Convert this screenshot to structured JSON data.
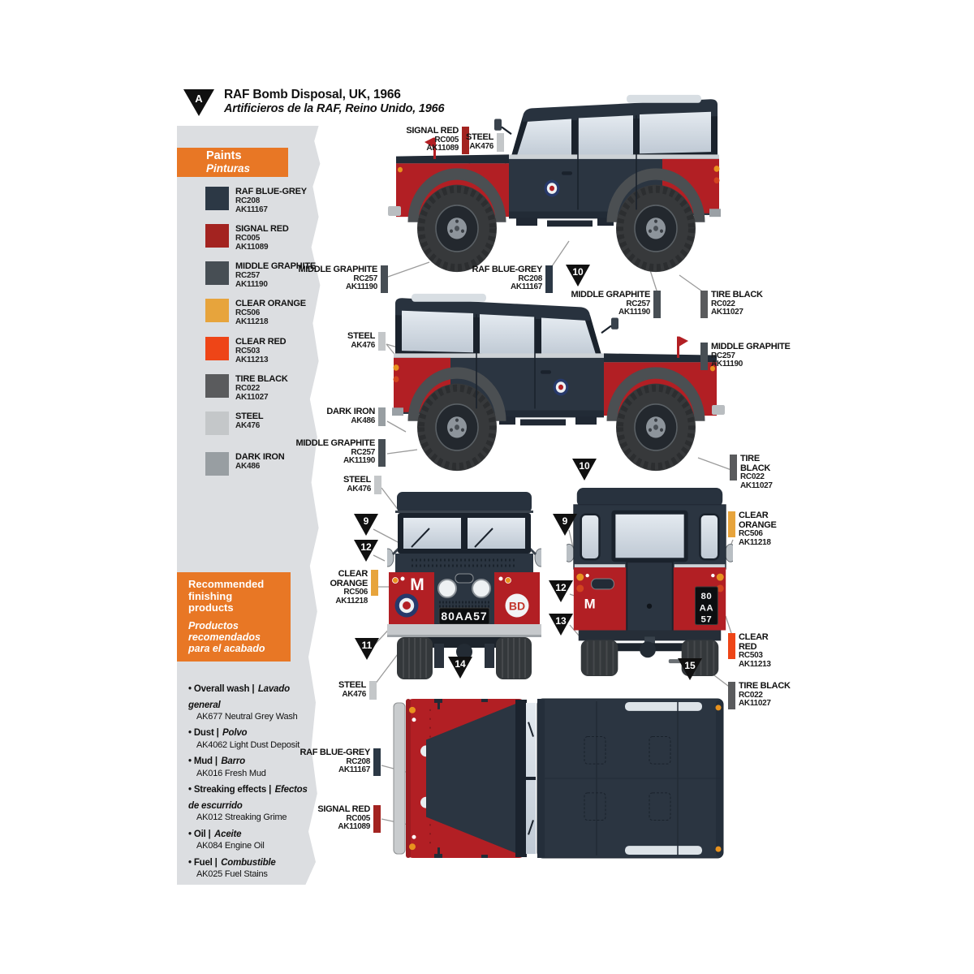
{
  "title": {
    "marker": "A",
    "en": "RAF Bomb Disposal, UK, 1966",
    "es": "Artificieros de la RAF, Reino Unido, 1966"
  },
  "panel": {
    "paints_en": "Paints",
    "paints_es": "Pinturas"
  },
  "paints": {
    "raf_blue_grey": {
      "name": "RAF BLUE-GREY",
      "rc": "RC208",
      "ak": "AK11167",
      "hex": "#2c3845"
    },
    "signal_red": {
      "name": "SIGNAL RED",
      "rc": "RC005",
      "ak": "AK11089",
      "hex": "#a32320"
    },
    "middle_graphite": {
      "name": "MIDDLE GRAPHITE",
      "rc": "RC257",
      "ak": "AK11190",
      "hex": "#474e54"
    },
    "clear_orange": {
      "name": "CLEAR ORANGE",
      "rc": "RC506",
      "ak": "AK11218",
      "hex": "#e7a43c"
    },
    "clear_red": {
      "name": "CLEAR RED",
      "rc": "RC503",
      "ak": "AK11213",
      "hex": "#ee4517"
    },
    "tire_black": {
      "name": "TIRE BLACK",
      "rc": "RC022",
      "ak": "AK11027",
      "hex": "#5a5b5d"
    },
    "steel": {
      "name": "STEEL",
      "rc": "",
      "ak": "AK476",
      "hex": "#c4c7c9"
    },
    "dark_iron": {
      "name": "DARK IRON",
      "rc": "",
      "ak": "AK486",
      "hex": "#989ea2"
    }
  },
  "finishing": {
    "header_en": "Recommended finishing products",
    "header_es": "Productos recomendados para el acabado",
    "items": [
      {
        "label_en": "• Overall wash |",
        "label_es": "Lavado general",
        "product": "AK677 Neutral Grey Wash"
      },
      {
        "label_en": "• Dust |",
        "label_es": "Polvo",
        "product": "AK4062 Light Dust Deposit"
      },
      {
        "label_en": "• Mud |",
        "label_es": "Barro",
        "product": "AK016 Fresh Mud"
      },
      {
        "label_en": "• Streaking effects |",
        "label_es": "Efectos de escurrido",
        "product": "AK012 Streaking Grime"
      },
      {
        "label_en": "• Oil |",
        "label_es": "Aceite",
        "product": "AK084 Engine Oil"
      },
      {
        "label_en": "• Fuel |",
        "label_es": "Combustible",
        "product": "AK025 Fuel Stains"
      }
    ]
  },
  "markers": {
    "a": "A",
    "v1": "10",
    "v2": "10",
    "f9": "9",
    "f12": "12",
    "f11": "11",
    "f14": "14",
    "r9": "9",
    "r12": "12",
    "r13": "13",
    "r15": "15"
  },
  "markings": {
    "front_plate": "80AA57",
    "rear_plate_line1": "80",
    "rear_plate_line2": "AA",
    "rear_plate_line3": "57",
    "unit_letter": "M",
    "bd_badge": "BD"
  }
}
